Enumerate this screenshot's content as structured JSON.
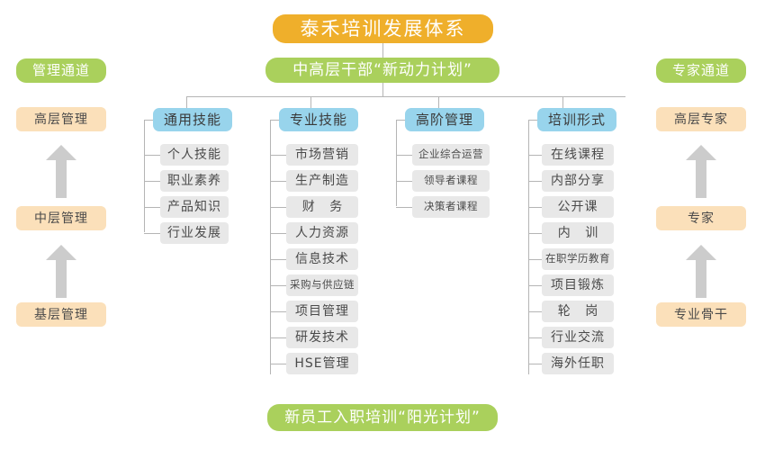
{
  "diagram": {
    "title": "泰禾培训发展体系",
    "subtitle": "中高层干部“新动力计划”",
    "footer": "新员工入职培训“阳光计划”",
    "colors": {
      "orange": "#efaf2b",
      "green": "#aad05c",
      "beige": "#fbe0ba",
      "blue": "#98d4ec",
      "grey": "#e8e8e8",
      "line": "#b5b5b5",
      "arrow": "#cccccc"
    }
  },
  "left_track": {
    "header": "管理通道",
    "levels": [
      "高层管理",
      "中层管理",
      "基层管理"
    ]
  },
  "right_track": {
    "header": "专家通道",
    "levels": [
      "高层专家",
      "专家",
      "专业骨干"
    ]
  },
  "columns": [
    {
      "header": "通用技能",
      "items": [
        "个人技能",
        "职业素养",
        "产品知识",
        "行业发展"
      ]
    },
    {
      "header": "专业技能",
      "items": [
        "市场营销",
        "生产制造",
        "财 务",
        "人力资源",
        "信息技术",
        "采购与供应链",
        "项目管理",
        "研发技术",
        "HSE管理"
      ]
    },
    {
      "header": "高阶管理",
      "items": [
        "企业综合运营",
        "领导者课程",
        "决策者课程"
      ]
    },
    {
      "header": "培训形式",
      "items": [
        "在线课程",
        "内部分享",
        "公开课",
        "内 训",
        "在职学历教育",
        "项目锻炼",
        "轮 岗",
        "行业交流",
        "海外任职"
      ]
    }
  ]
}
